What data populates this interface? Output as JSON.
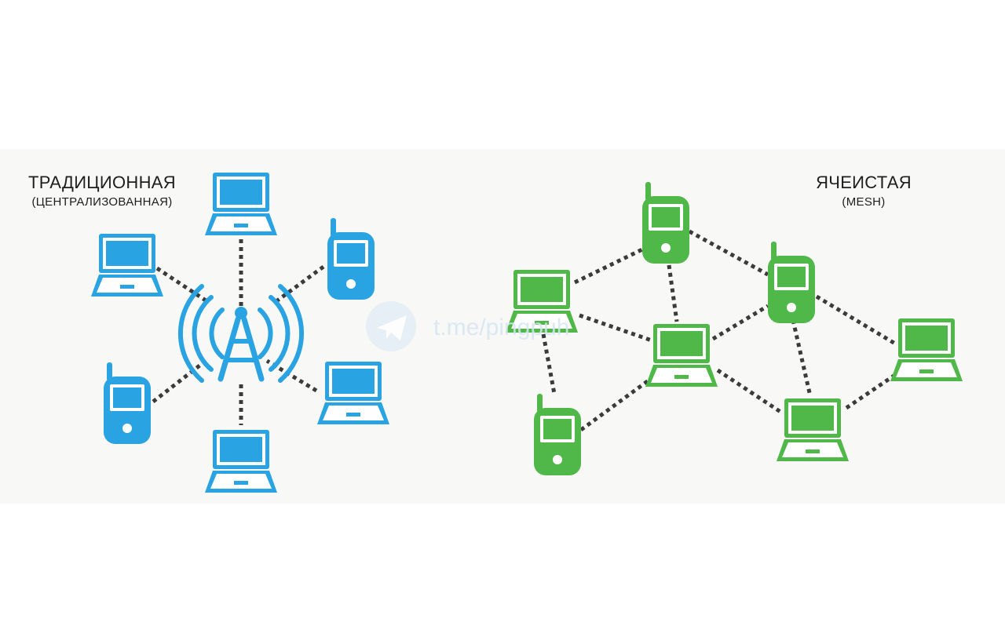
{
  "colors": {
    "centralized": "#29a3e2",
    "mesh": "#4fb848",
    "link": "#3b3b3b",
    "background": "#f8f8f6"
  },
  "left": {
    "title": "ТРАДИЦИОННАЯ",
    "subtitle": "(ЦЕНТРАЛИЗОВАННАЯ)",
    "hub_icon": "cell-tower-icon",
    "devices": [
      "laptop-icon",
      "laptop-icon",
      "phone-icon",
      "phone-icon",
      "laptop-icon",
      "laptop-icon"
    ]
  },
  "right": {
    "title": "ЯЧЕИСТАЯ",
    "subtitle": "(MESH)",
    "devices": [
      "phone-icon",
      "laptop-icon",
      "phone-icon",
      "laptop-icon",
      "laptop-icon",
      "phone-icon",
      "laptop-icon"
    ]
  },
  "watermark": {
    "text": "t.me/pingpuh",
    "icon": "telegram-icon"
  }
}
